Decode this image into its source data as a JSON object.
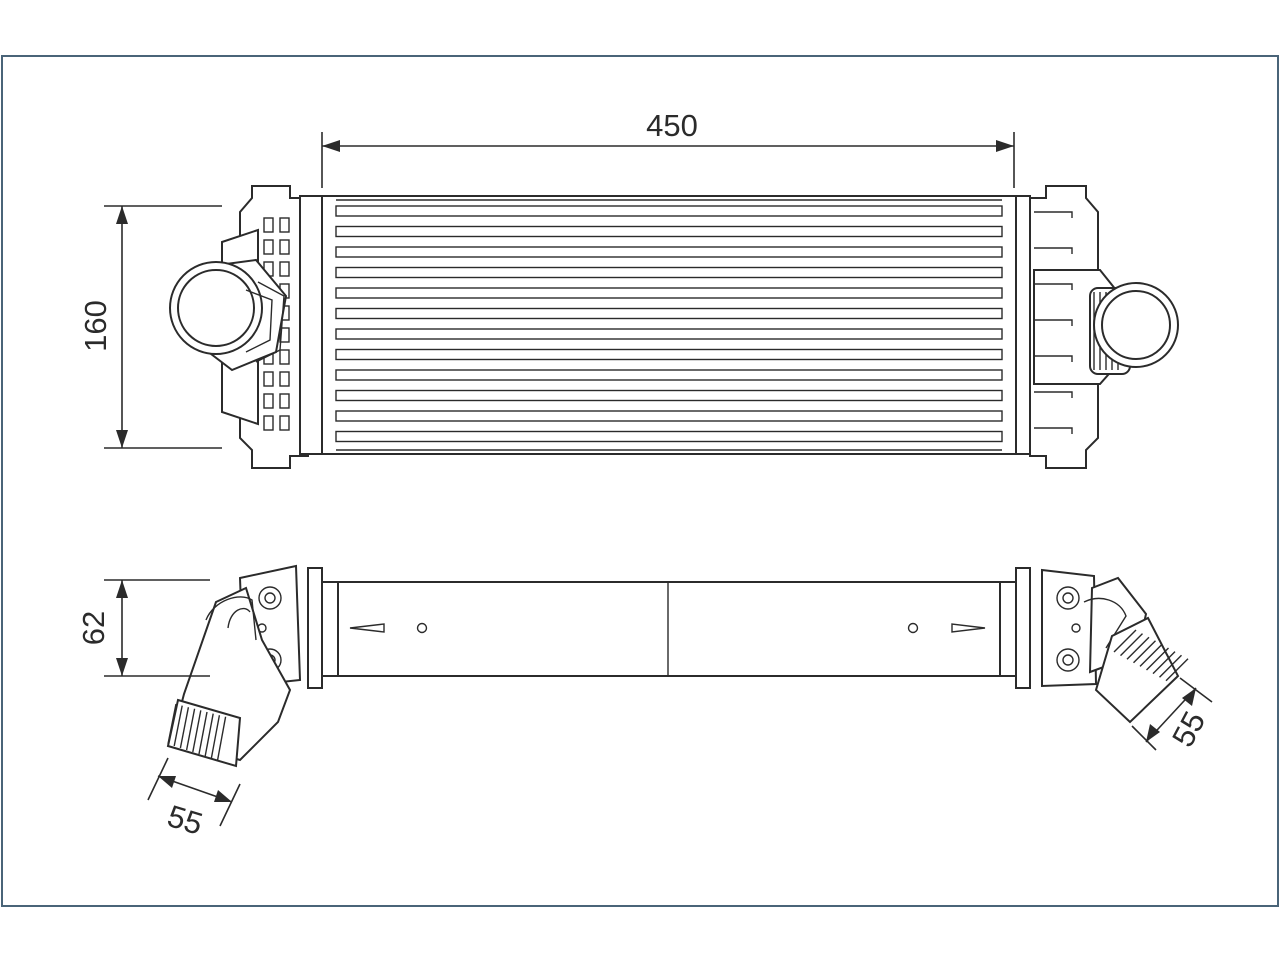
{
  "colors": {
    "frame": "#4a6478",
    "line": "#2b2b2b",
    "background": "#ffffff"
  },
  "dimensions": {
    "length": "450",
    "height": "160",
    "depth": "62",
    "inlet_diameter": "55",
    "outlet_diameter": "55"
  }
}
